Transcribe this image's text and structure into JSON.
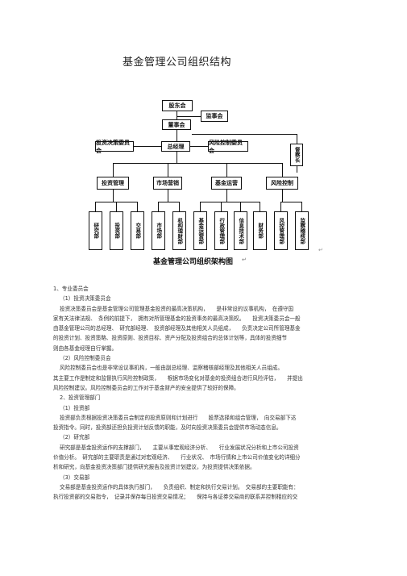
{
  "document": {
    "title": "基金管理公司组织结构",
    "chart_caption": "基金管理公司组织架构图",
    "caption_mark": "↵",
    "corner_mark": "↵"
  },
  "org_chart": {
    "shareholders": "股东会",
    "supervisors": "监事会",
    "board": "董事会",
    "investment_committee": "投资决策委员会",
    "general_manager": "总经理",
    "risk_committee": "风险控制委员会",
    "inspector": "督察长",
    "investment_mgmt": "投资管理",
    "marketing": "市场营销",
    "fund_ops": "基金运营",
    "risk_control": "风险控制",
    "research_dept": "研究部",
    "investment_dept": "投资部",
    "trading_dept": "交易部",
    "market_dept": "市场部",
    "institutional_dept": "机构理财部",
    "fund_accounting": "基金运营部",
    "it_mgmt": "行政管理部",
    "info_tech": "信息技术部",
    "finance_dept": "财务部",
    "risk_dept": "风控管理部",
    "audit_dept": "监察稽核部"
  },
  "body": {
    "lines": [
      "1、专业委员会",
      "（1）投资决策委员会",
      "投资决策委员会是基金管理公司管理基金投资的最高决策机构，　　是非常设的议事机构，　在遵守国",
      "家有关法律法规、　条例的前提下，　拥有对所管理基金的投资事务的最高决策权。　　投资决策委员会一般",
      "由基金管理公司的总经理、　研究部经理、　投资部经理及其他相关人员组成，　　负责决定公司所管理基金",
      "的投资计划、投资策略、投资原则、投资目标、资产分配及投资组合的总体计划等，具体的投资细节",
      "则由各基金经理自行掌握。",
      "（2）风险控制委员会",
      "风险控制委员会也是非常设议事机构，一般由副总经理、监察稽核部经理及其他相关人员组成。",
      "其主要工作是制定和监督执行风险控制政策，　　根据市场变化对基金的投资组合进行风险评估，　　并提出",
      "风险控制建议。风险控制委员会的工作对于基金财产的安全提供了较好的保障。",
      "2、投资管理部门",
      "（1）投资部",
      "投资部负责根据投资决策委员会制定的投资原则和计划进行　　股票选择和组合管理，　向交易部下达",
      "投资指令。同时，投资部还担负投资计划反馈的职能，及时向投资决策委员会提供市场动态信息。",
      "（2）研究部",
      "研究部是基金投资运作的支撑部门，　　主要从事宏观经济分析、　　行业发展状况分析和上市公司投资",
      "价值分析。　研究部的主要职责是通过对宏观经济、　　行业状况、　市场行情和上市公司价值变化的详细分",
      "析和研究，向基金投资决策部门提供研究报告及投资计划建议，为投资提供决策依据。",
      "（3）交易部",
      "交易部是基金投资运作的具体执行部门，　　负责组织、制定和执行交易计划。　交易部的主要职能有：",
      "执行投资部的交易指令，　记录并保存每日投资交易情况；　　保持与各证券交易商的联系并控制相应的交"
    ]
  }
}
